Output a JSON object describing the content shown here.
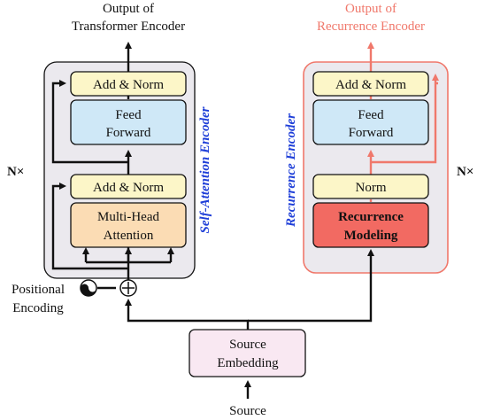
{
  "transformer": {
    "output_line1": "Output of",
    "output_line2": "Transformer Encoder",
    "side_label": "Self-Attention Encoder",
    "repeat": "N×",
    "add_norm_top": "Add & Norm",
    "ffn_line1": "Feed",
    "ffn_line2": "Forward",
    "add_norm_bottom": "Add & Norm",
    "attn_line1": "Multi-Head",
    "attn_line2": "Attention"
  },
  "recurrence": {
    "output_line1": "Output of",
    "output_line2": "Recurrence Encoder",
    "side_label": "Recurrence Encoder",
    "repeat": "N×",
    "add_norm": "Add & Norm",
    "ffn_line1": "Feed",
    "ffn_line2": "Forward",
    "norm": "Norm",
    "rec_line1": "Recurrence",
    "rec_line2": "Modeling"
  },
  "input": {
    "positional_line1": "Positional",
    "positional_line2": "Encoding",
    "embed_line1": "Source",
    "embed_line2": "Embedding",
    "source": "Source"
  },
  "colors": {
    "add_norm_fill": "#fcf6c8",
    "ffn_fill": "#cfe8f7",
    "attention_fill": "#fbdcb4",
    "recurrence_fill": "#f26a62",
    "embedding_fill": "#f9e8f2",
    "transformer_panel": "#ebe9ee",
    "recurrence_panel": "#ebe9ee",
    "recurrence_accent": "#f0786b",
    "side_label": "#1f3fd8"
  }
}
